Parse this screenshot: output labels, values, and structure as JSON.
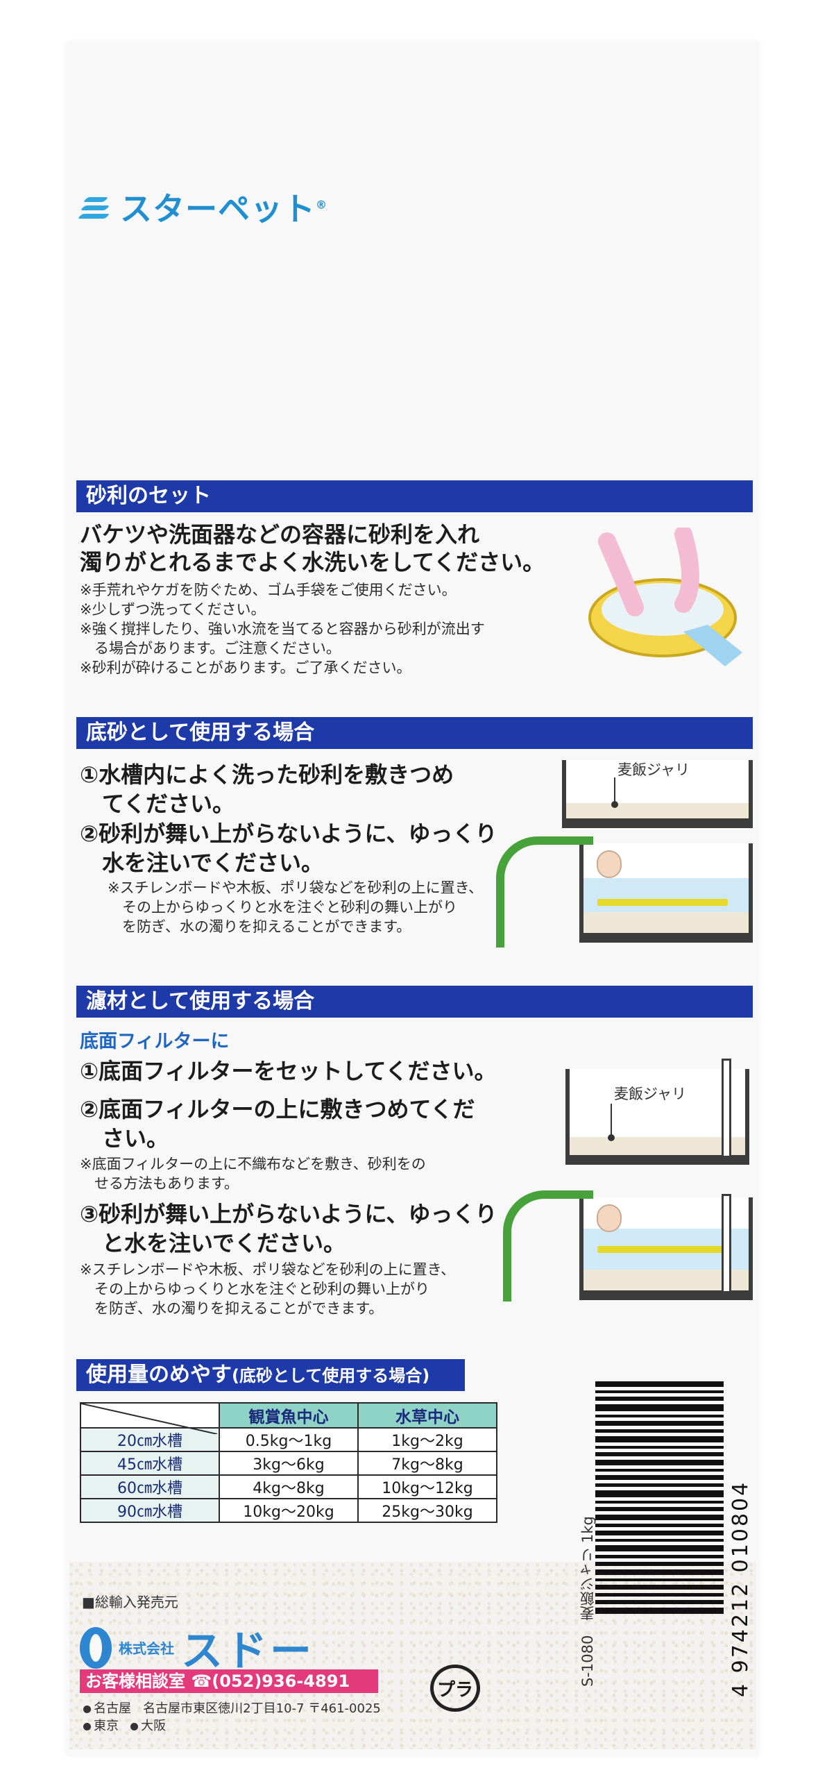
{
  "brand": {
    "name": "スターペット",
    "registered": "®"
  },
  "gravel_set": {
    "heading": "砂利のセット",
    "lead": [
      "バケツや洗面器などの容器に砂利を入れ",
      "濁りがとれるまでよく水洗いをしてください。"
    ],
    "notes": [
      "※手荒れやケガを防ぐため、ゴム手袋をご使用ください。",
      "※少しずつ洗ってください。",
      "※強く撹拌したり、強い水流を当てると容器から砂利が流出す",
      "　る場合があります。ご注意ください。",
      "※砂利が砕けることがあります。ご了承ください。"
    ]
  },
  "substrate": {
    "heading": "底砂として使用する場合",
    "steps": [
      [
        "①水槽内によく洗った砂利を敷きつめ",
        "　てください。"
      ],
      [
        "②砂利が舞い上がらないように、ゆっくり",
        "　水を注いでください。"
      ]
    ],
    "notes": [
      "※スチレンボードや木板、ポリ袋などを砂利の上に置き、",
      "　その上からゆっくりと水を注ぐと砂利の舞い上がり",
      "　を防ぎ、水の濁りを抑えることができます。"
    ],
    "tank_label": "麦飯ジャリ"
  },
  "filter": {
    "heading": "濾材として使用する場合",
    "subheading": "底面フィルターに",
    "steps": [
      [
        "①底面フィルターをセットしてください。"
      ],
      [
        "②底面フィルターの上に敷きつめてくだ",
        "　さい。"
      ]
    ],
    "notes_a": [
      "※底面フィルターの上に不織布などを敷き、砂利をの",
      "　せる方法もあります。"
    ],
    "step3": [
      "③砂利が舞い上がらないように、ゆっくり",
      "　と水を注いでください。"
    ],
    "notes_b": [
      "※スチレンボードや木板、ポリ袋などを砂利の上に置き、",
      "　その上からゆっくりと水を注ぐと砂利の舞い上がり",
      "　を防ぎ、水の濁りを抑えることができます。"
    ],
    "tank_label": "麦飯ジャリ"
  },
  "usage": {
    "heading": "使用量のめやす",
    "heading_note": "(底砂として使用する場合)",
    "columns": [
      "観賞魚中心",
      "水草中心"
    ],
    "rows": [
      {
        "tank": "20㎝水槽",
        "fish": "0.5kg〜1kg",
        "plants": "1kg〜2kg"
      },
      {
        "tank": "45㎝水槽",
        "fish": "3kg〜6kg",
        "plants": "7kg〜8kg"
      },
      {
        "tank": "60㎝水槽",
        "fish": "4kg〜8kg",
        "plants": "10kg〜12kg"
      },
      {
        "tank": "90㎝水槽",
        "fish": "10kg〜20kg",
        "plants": "25kg〜30kg"
      }
    ]
  },
  "barcode": {
    "number": "4 974212 010804",
    "product": "S-1080　麦飯ジャリ 1kg"
  },
  "maker": {
    "label": "■総輸入発売元",
    "company_prefix": "株式会社",
    "company": "スドー",
    "contact": "お客様相談室 ☎(052)936-4891",
    "address_line1": [
      "名古屋",
      "名古屋市東区徳川2丁目10-7 〒461-0025"
    ],
    "address_line2": [
      "東京",
      "大阪"
    ]
  },
  "recycle_mark": "プラ",
  "colors": {
    "heading_bg": "#1e3aa8",
    "brand_blue": "#1f8fd1",
    "contact_pink": "#e23a7a",
    "table_head": "#8fd3c7"
  }
}
